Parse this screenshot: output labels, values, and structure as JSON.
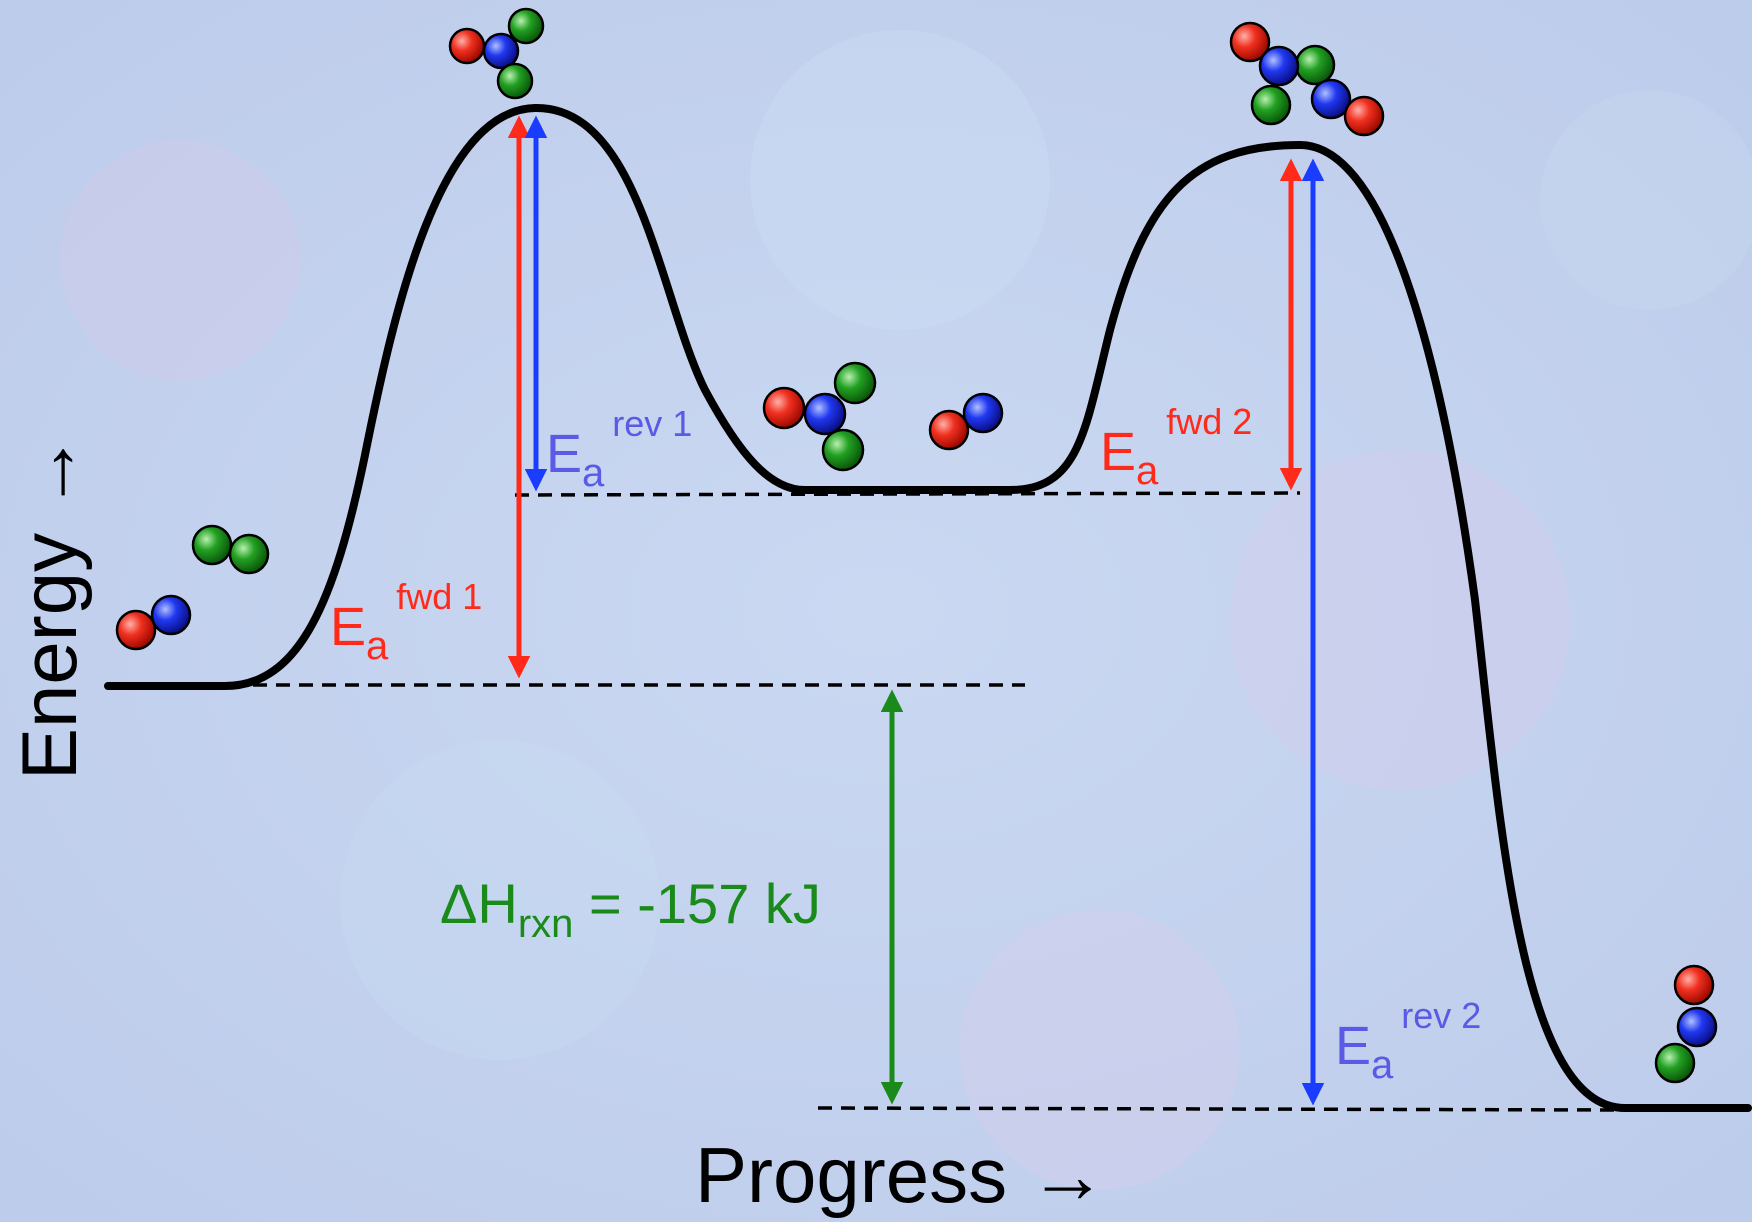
{
  "axes": {
    "x_label": "Progress →",
    "y_label": "Energy →"
  },
  "labels": {
    "ea_fwd1": {
      "main": "E",
      "sub": "a",
      "sup": "fwd 1"
    },
    "ea_rev1": {
      "main": "E",
      "sub": "a",
      "sup": "rev 1"
    },
    "ea_fwd2": {
      "main": "E",
      "sub": "a",
      "sup": "fwd 2"
    },
    "ea_rev2": {
      "main": "E",
      "sub": "a",
      "sup": "rev 2"
    },
    "dh": {
      "main": "ΔH",
      "sub": "rxn",
      "rest": " = -157 kJ"
    }
  },
  "colors": {
    "background": "#c4d3ee",
    "curve": "#000000",
    "forward_arrow": "#ff2a1a",
    "reverse_arrow": "#1a3cff",
    "reverse_label": "#5a5ae6",
    "enthalpy": "#1a8a1a",
    "atom_red": "#ee2222",
    "atom_blue": "#1a2ee8",
    "atom_green": "#1a9a1a"
  },
  "molecules": [
    {
      "name": "reactant-molecule-a",
      "atoms": [
        "red",
        "blue"
      ]
    },
    {
      "name": "reactant-molecule-b",
      "atoms": [
        "green",
        "green"
      ]
    },
    {
      "name": "transition-state-1",
      "atoms": [
        "red",
        "blue",
        "green",
        "green"
      ]
    },
    {
      "name": "intermediate-molecule",
      "atoms": [
        "red",
        "blue",
        "green",
        "green"
      ]
    },
    {
      "name": "intermediate-diatomic",
      "atoms": [
        "red",
        "blue"
      ]
    },
    {
      "name": "transition-state-2",
      "atoms": [
        "red",
        "blue",
        "green",
        "green",
        "blue",
        "red"
      ]
    },
    {
      "name": "product-molecule",
      "atoms": [
        "red",
        "blue",
        "green"
      ]
    }
  ]
}
